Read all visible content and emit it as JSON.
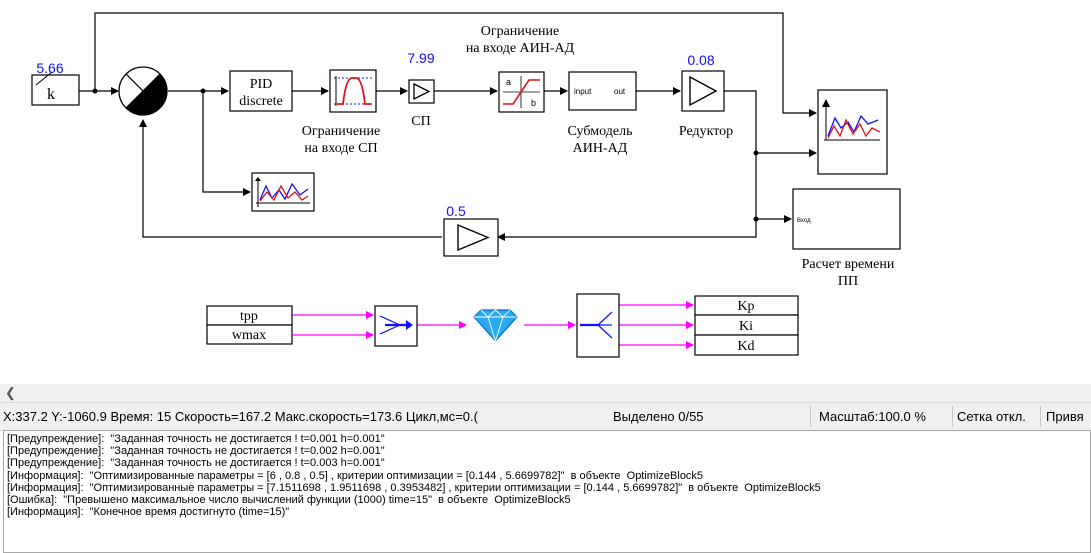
{
  "diagram": {
    "k_value": "5.66",
    "k_label": "k",
    "pid_line1": "PID",
    "pid_line2": "discrete",
    "limit_sp_label_1": "Ограничение",
    "limit_sp_label_2": "на входе СП",
    "sp_value": "7.99",
    "sp_label": "СП",
    "limit_ain_label_1": "Ограничение",
    "limit_ain_label_2": "на входе АИН-АД",
    "sat_a": "a",
    "sat_b": "b",
    "sub_in": "input",
    "sub_out": "out",
    "submodel_label_1": "Субмодель",
    "submodel_label_2": "АИН-АД",
    "gear_value": "0.08",
    "gear_label": "Редуктор",
    "feedback_value": "0.5",
    "calc_input": "Вход",
    "calc_label_1": "Расчет времени",
    "calc_label_2": "ПП",
    "tpp": "tpp",
    "wmax": "wmax",
    "kp": "Kp",
    "ki": "Ki",
    "kd": "Kd"
  },
  "status": {
    "coords": "X:337.2  Y:-1060.9 Время: 15 Скорость=167.2 Макс.скорость=173.6 Цикл,мс=0.(",
    "selected": "Выделено 0/55",
    "scale": "Масштаб:100.0 %",
    "grid": "Сетка откл.",
    "snap": "Привя"
  },
  "log": [
    "[Предупреждение]:  \"Заданная точность не достигается ! t=0.001 h=0.001\"",
    "[Предупреждение]:  \"Заданная точность не достигается ! t=0.002 h=0.001\"",
    "[Предупреждение]:  \"Заданная точность не достигается ! t=0.003 h=0.001\"",
    "[Информация]:  \"Оптимизированные параметры = [6 , 0.8 , 0.5] , критерии оптимизации = [0.144 , 5.6699782]\"  в объекте  OptimizeBlock5",
    "[Информация]:  \"Оптимизированные параметры = [7.1511698 , 1.9511698 , 0.3953482] , критерии оптимизации = [0.144 , 5.6699782]\"  в объекте  OptimizeBlock5",
    "[Ошибка]:  \"Превышено максимальное число вычислений функции (1000) time=15\"  в объекте  OptimizeBlock5",
    "[Информация]:  \"Конечное время достигнуто (time=15)\""
  ]
}
